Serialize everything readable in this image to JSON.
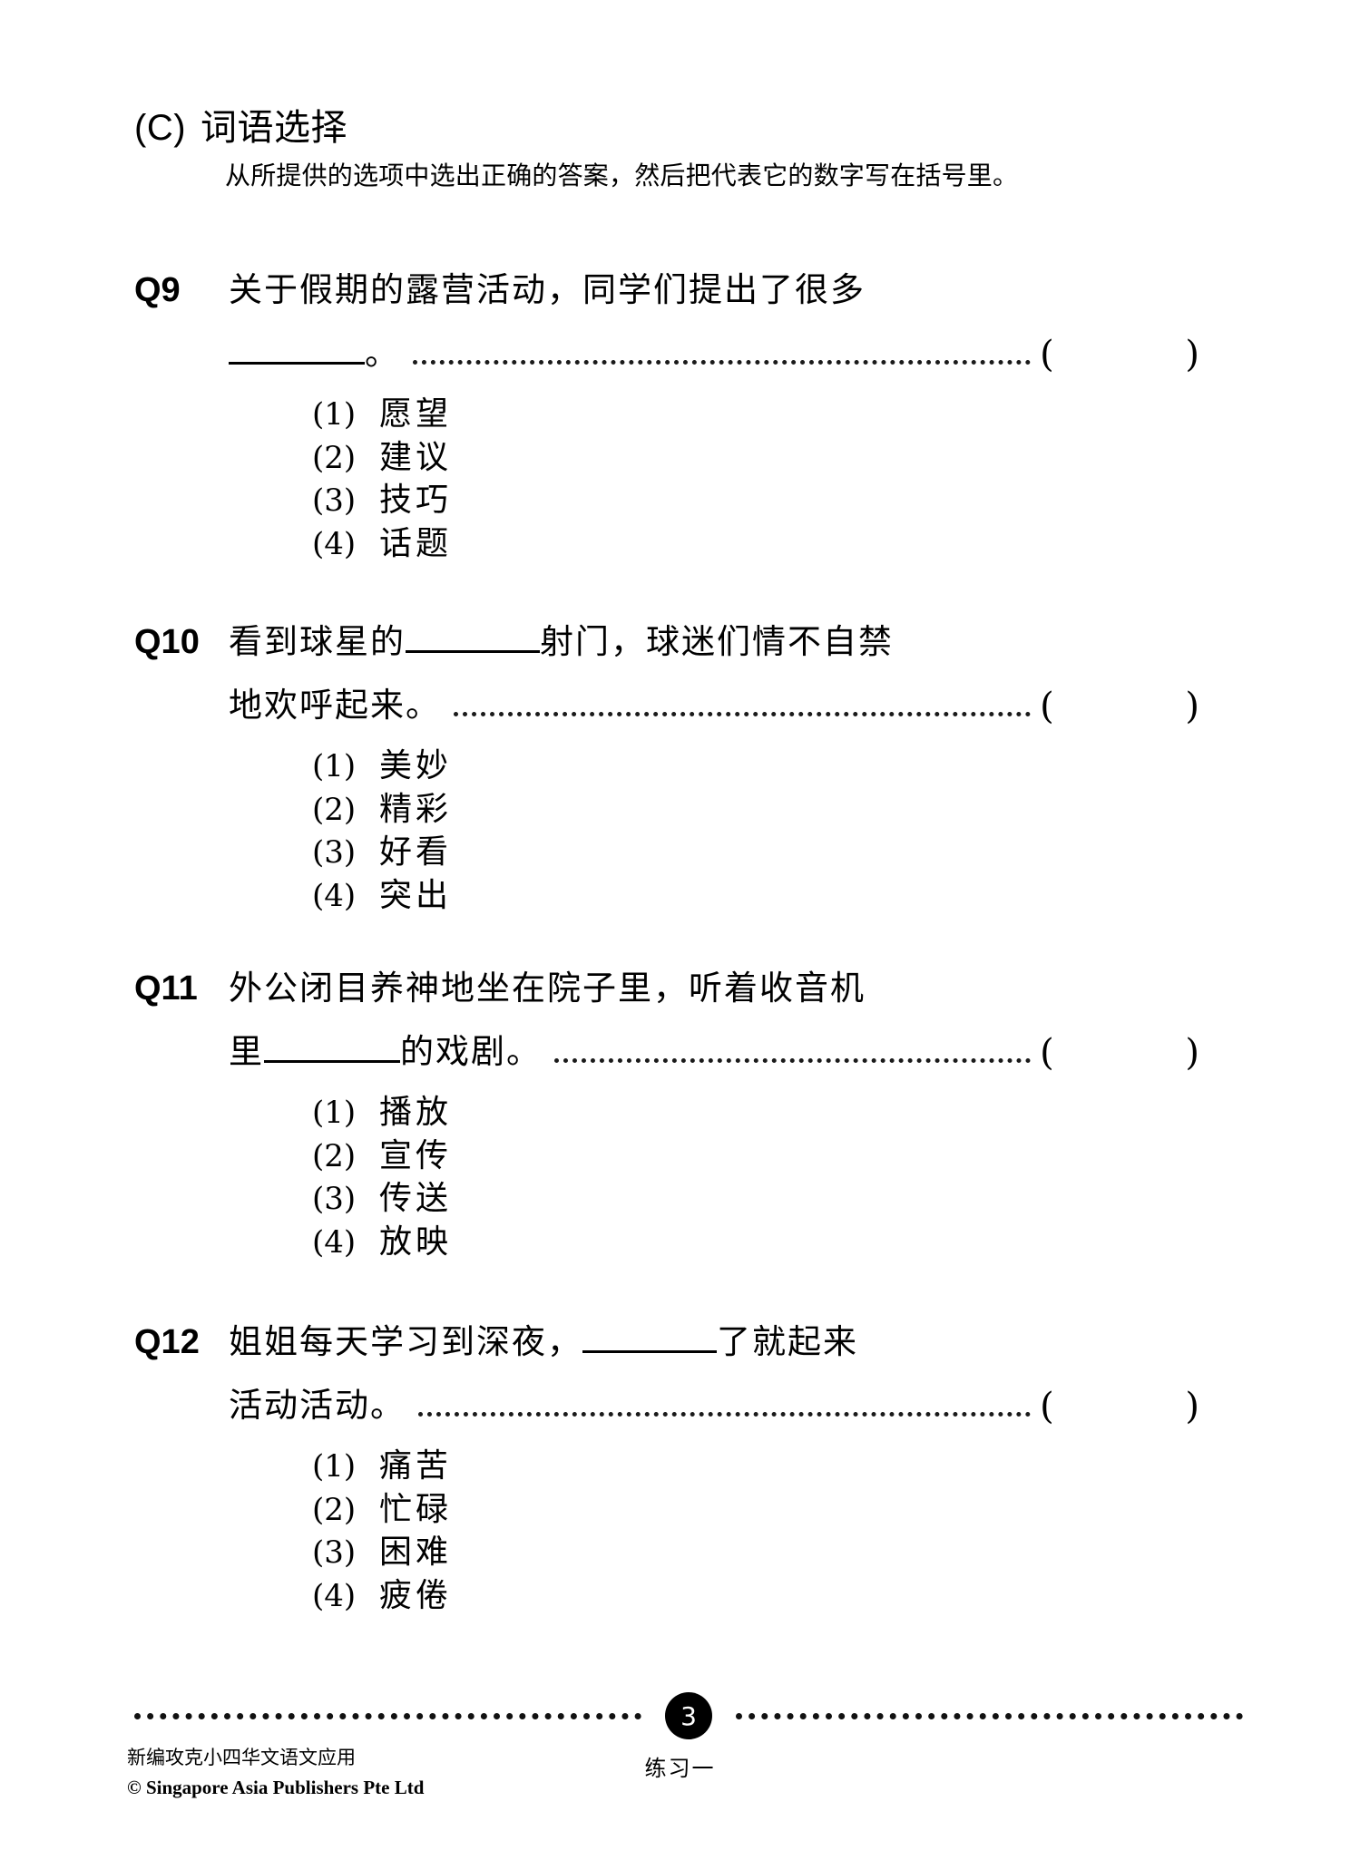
{
  "section": {
    "label": "(C)",
    "title": "词语选择",
    "instruction": "从所提供的选项中选出正确的答案，然后把代表它的数字写在括号里。"
  },
  "questions": [
    {
      "number": "Q9",
      "line1": "关于假期的露营活动，同学们提出了很多",
      "line2_before": "",
      "line2_after": "。",
      "has_blank_line1": false,
      "bracket": "(        )",
      "options": [
        {
          "num": "(1)",
          "text": "愿望"
        },
        {
          "num": "(2)",
          "text": "建议"
        },
        {
          "num": "(3)",
          "text": "技巧"
        },
        {
          "num": "(4)",
          "text": "话题"
        }
      ]
    },
    {
      "number": "Q10",
      "line1_before": "看到球星的",
      "line1_after": "射门，球迷们情不自禁",
      "line2_before": "地欢呼起来。",
      "line2_after": "",
      "has_blank_line1": true,
      "bracket": "(        )",
      "options": [
        {
          "num": "(1)",
          "text": "美妙"
        },
        {
          "num": "(2)",
          "text": "精彩"
        },
        {
          "num": "(3)",
          "text": "好看"
        },
        {
          "num": "(4)",
          "text": "突出"
        }
      ]
    },
    {
      "number": "Q11",
      "line1": "外公闭目养神地坐在院子里，听着收音机",
      "line2_before": "里",
      "line2_after": "的戏剧。",
      "has_blank_line1": false,
      "has_blank_line2": true,
      "bracket": "(        )",
      "options": [
        {
          "num": "(1)",
          "text": "播放"
        },
        {
          "num": "(2)",
          "text": "宣传"
        },
        {
          "num": "(3)",
          "text": "传送"
        },
        {
          "num": "(4)",
          "text": "放映"
        }
      ]
    },
    {
      "number": "Q12",
      "line1_before": "姐姐每天学习到深夜，",
      "line1_after": "了就起来",
      "line2_before": "活动活动。",
      "line2_after": "",
      "has_blank_line1": true,
      "bracket": "(        )",
      "options": [
        {
          "num": "(1)",
          "text": "痛苦"
        },
        {
          "num": "(2)",
          "text": "忙碌"
        },
        {
          "num": "(3)",
          "text": "困难"
        },
        {
          "num": "(4)",
          "text": "疲倦"
        }
      ]
    }
  ],
  "footer": {
    "page_number": "3",
    "exercise_label": "练习一",
    "credit_line1": "新编攻克小四华文语文应用",
    "credit_line2": "© Singapore Asia Publishers Pte Ltd"
  }
}
